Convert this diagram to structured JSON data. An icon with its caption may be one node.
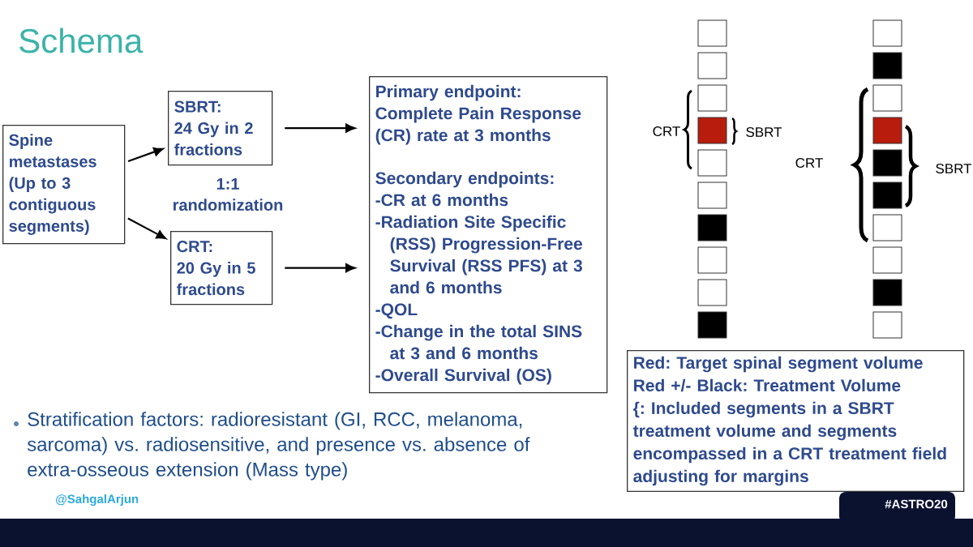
{
  "diagram": {
    "title": "Schema",
    "nodes": [
      {
        "text": [
          "Spine metastases (Up to 3 contiguous segments)"
        ]
      },
      {
        "text": [
          "SBRT:",
          "24 Gy in 2 fractions"
        ]
      },
      {
        "text": [
          "CRT:",
          "20 Gy in 5 fractions"
        ]
      },
      {
        "text": [
          "Primary endpoint: Complete Pain Response (CR) rate at 3 months",
          "Secondary endpoints:",
          "-CR at 6 months",
          "-Radiation Site Specific (RSS) Progression-Free Survival (RSS PFS) at 3 and 6 months",
          "-QOL",
          "-Change in the total SINS at 3 and 6 months",
          "-Overall Survival (OS)"
        ]
      },
      {
        "text": [
          "Red: Target spinal segment volume",
          "Red +/- Black: Treatment Volume",
          "{: Included segments in a SBRT treatment volume and segments encompassed in a CRT treatment field adjusting for margins"
        ]
      }
    ],
    "edges": [
      {
        "from": 0,
        "to": 1,
        "arrow": "to"
      },
      {
        "from": 0,
        "to": 2,
        "arrow": "to"
      },
      {
        "from": 1,
        "to": 3,
        "arrow": "to"
      },
      {
        "from": 2,
        "to": 3,
        "arrow": "to"
      }
    ],
    "labels": [
      "1:1 randomization",
      "CRT",
      "SBRT",
      "CRT",
      "SBRT",
      "Stratification factors: radioresistant (GI, RCC, melanoma, sarcoma) vs. radiosensitive, and presence vs. absence of extra-osseous extension (Mass type)",
      "@SahgalArjun",
      "#ASTRO20"
    ]
  }
}
